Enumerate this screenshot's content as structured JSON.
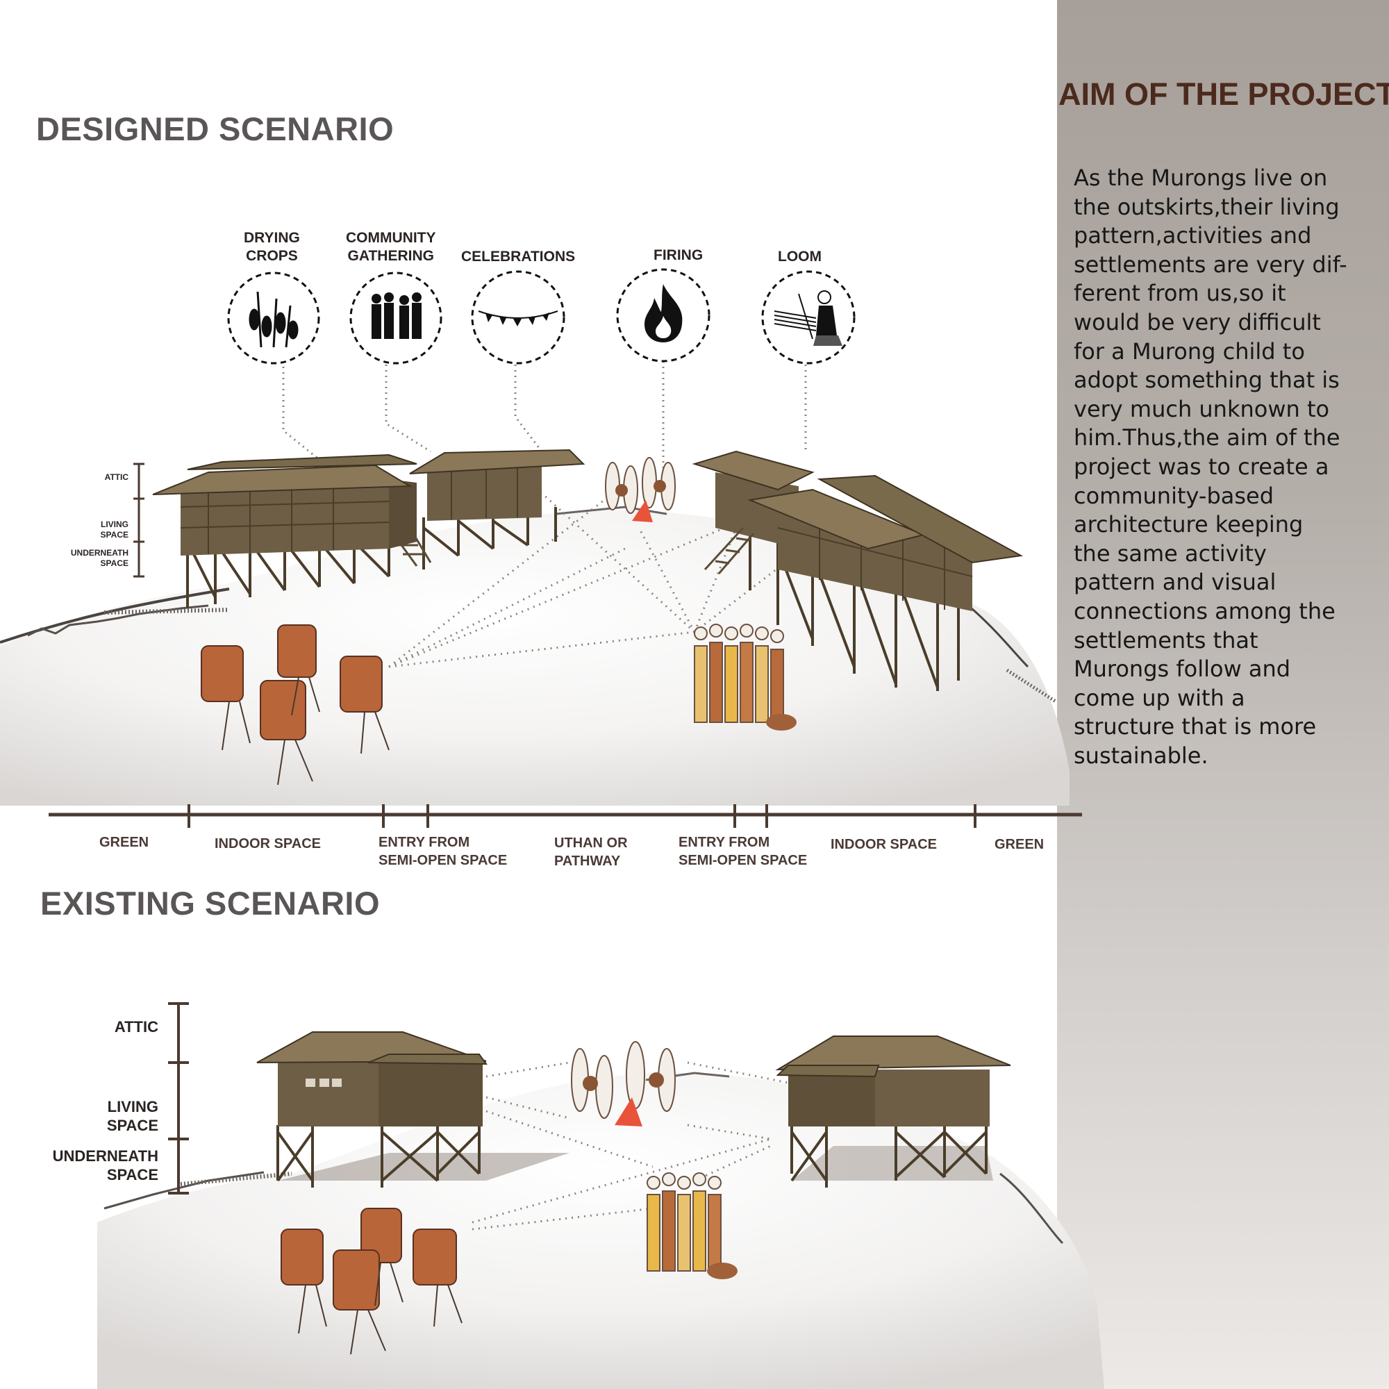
{
  "designed": {
    "heading": "DESIGNED SCENARIO",
    "activities": [
      {
        "label_lines": [
          "DRYING",
          "CROPS"
        ],
        "icon": "drying-crops-icon"
      },
      {
        "label_lines": [
          "COMMUNITY",
          "GATHERING"
        ],
        "icon": "community-gathering-icon"
      },
      {
        "label_lines": [
          "CELEBRATIONS"
        ],
        "icon": "celebrations-icon"
      },
      {
        "label_lines": [
          "FIRING"
        ],
        "icon": "fire-icon"
      },
      {
        "label_lines": [
          "LOOM"
        ],
        "icon": "loom-icon"
      }
    ],
    "levels": {
      "attic": "ATTIC",
      "living": [
        "LIVING",
        "SPACE"
      ],
      "underneath": [
        "UNDERNEATH",
        "SPACE"
      ]
    }
  },
  "zones": [
    {
      "lines": [
        "GREEN"
      ]
    },
    {
      "lines": [
        "INDOOR SPACE"
      ]
    },
    {
      "lines": [
        "ENTRY FROM",
        "SEMI-OPEN SPACE"
      ]
    },
    {
      "lines": [
        "UTHAN OR",
        "PATHWAY"
      ]
    },
    {
      "lines": [
        "ENTRY FROM",
        "SEMI-OPEN SPACE"
      ]
    },
    {
      "lines": [
        "INDOOR SPACE"
      ]
    },
    {
      "lines": [
        "GREEN"
      ]
    }
  ],
  "existing": {
    "heading": "EXISTING SCENARIO",
    "levels": {
      "attic": "ATTIC",
      "living": [
        "LIVING",
        "SPACE"
      ],
      "underneath": [
        "UNDERNEATH",
        "SPACE"
      ]
    }
  },
  "aim": {
    "title": "AIM OF THE PROJECT",
    "lines": [
      "As the Murongs live on",
      "the outskirts,their living",
      "pattern,activities and",
      "settlements are very dif-",
      "ferent from us,so it",
      "would be very difficult",
      "for a Murong child to",
      "adopt something that is",
      "very much unknown to",
      "him.Thus,the aim of the",
      "project was to create a",
      "community-based",
      "architecture keeping",
      "the same activity",
      "pattern and visual",
      "connections among the",
      "settlements that",
      "Murongs follow and",
      "come up with a",
      "structure that is more",
      "sustainable."
    ]
  },
  "colors": {
    "timber": "#6e5e45",
    "roof": "#8a7858",
    "dark": "#3e3322",
    "axis": "#4a3a30",
    "panel": "#a79f99",
    "title": "#4b2a1d"
  }
}
